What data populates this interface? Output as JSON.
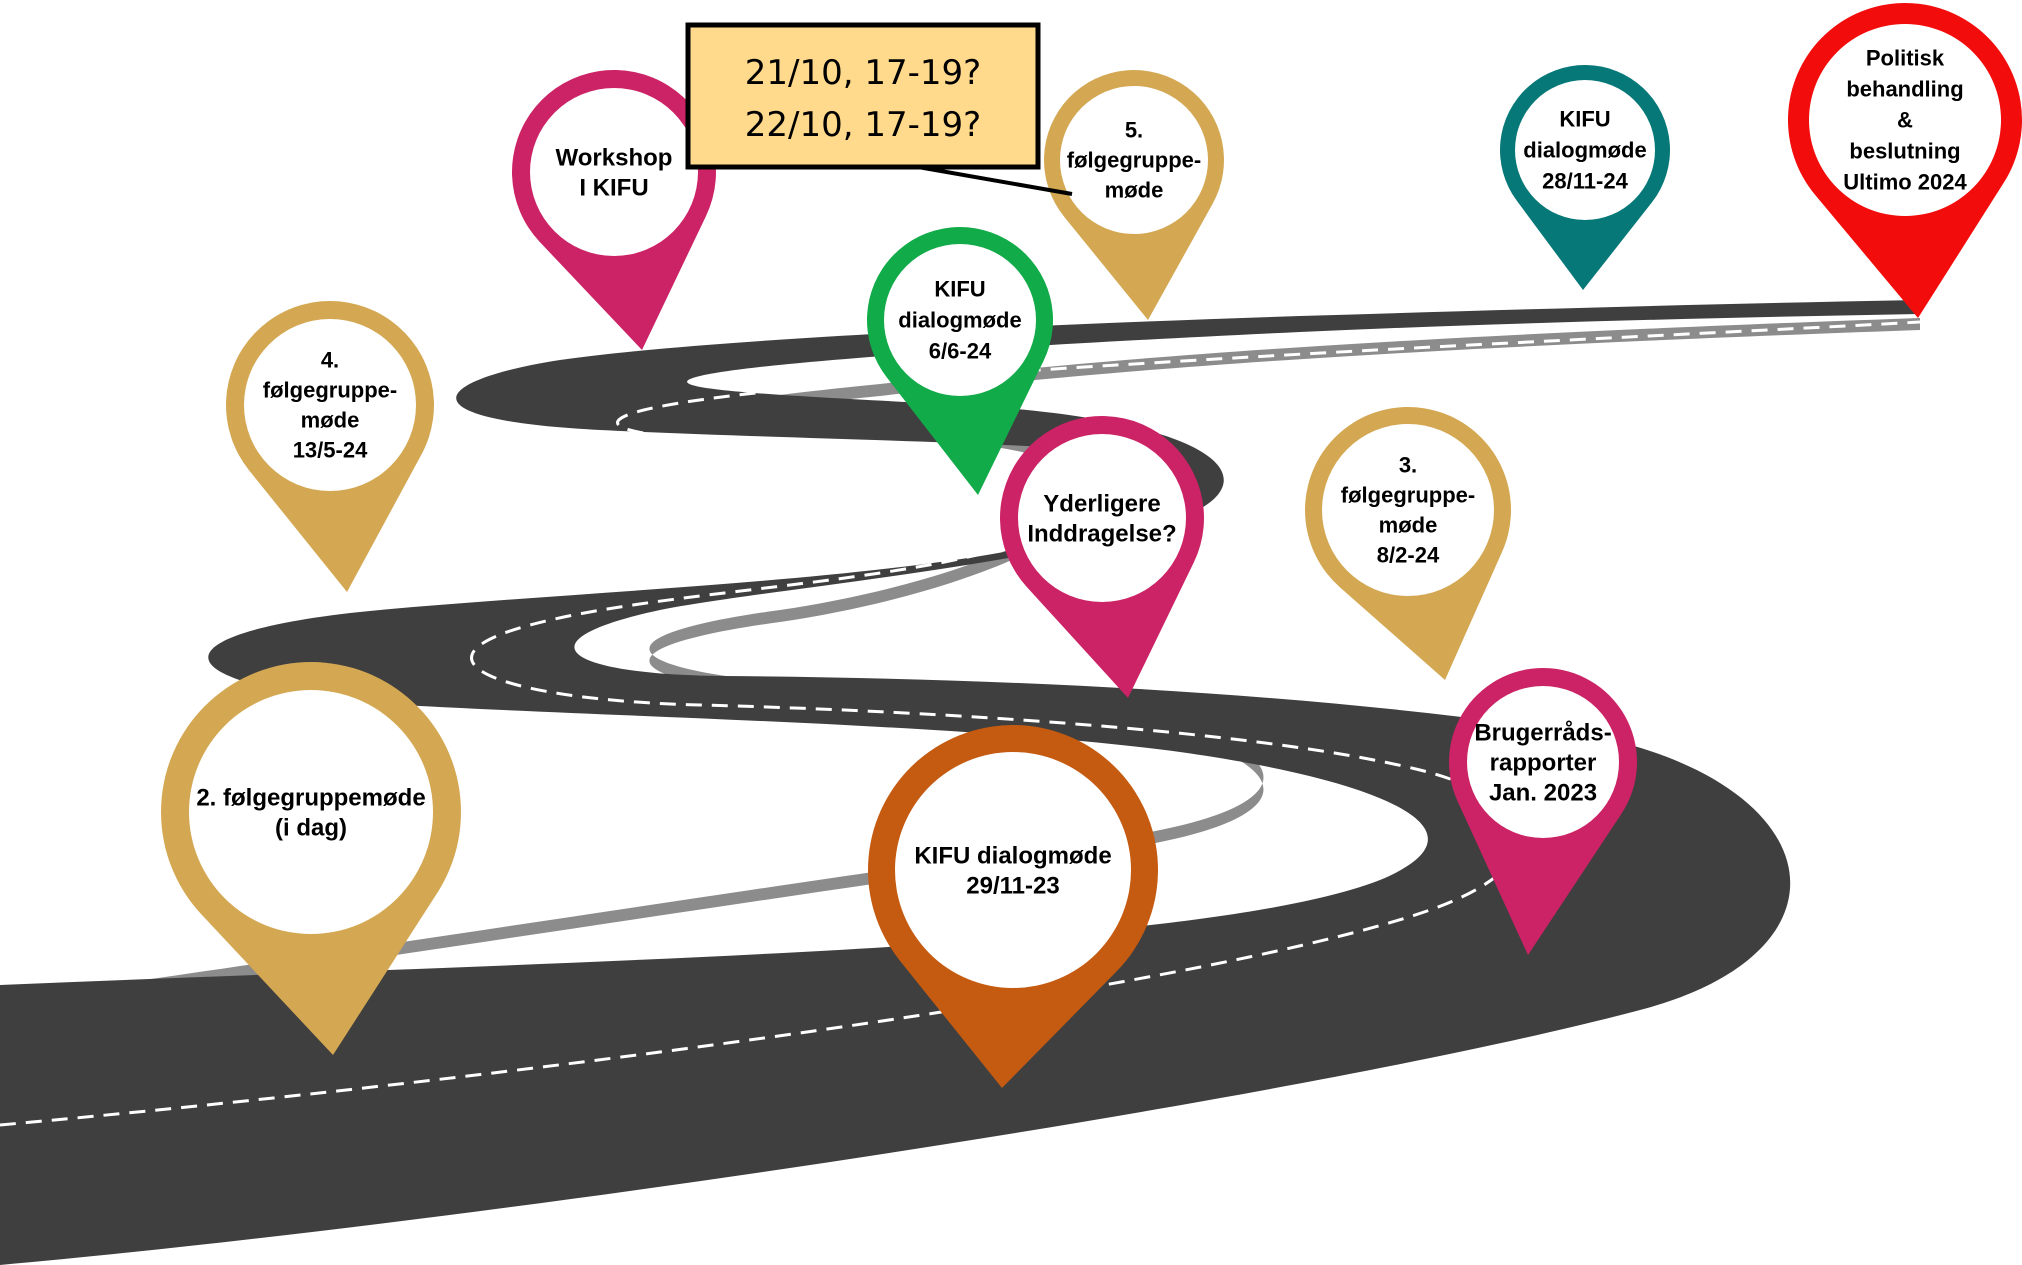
{
  "colors": {
    "road": "#3f3f3f",
    "road_shadow": "#8c8c8c",
    "dash": "#ffffff",
    "callout_fill": "#ffd98c",
    "callout_border": "#000000",
    "pin_gold": "#d4a853",
    "pin_magenta": "#cb2366",
    "pin_green": "#12ab4a",
    "pin_orange": "#c55a11",
    "pin_teal": "#077878",
    "pin_red": "#f20c0c"
  },
  "milestones": [
    {
      "id": "brugerraads",
      "color": "pin_magenta",
      "lines": [
        "Brugerråds-",
        "rapporter",
        "Jan. 2023"
      ]
    },
    {
      "id": "kifu-29-11-23",
      "color": "pin_orange",
      "lines": [
        "KIFU dialogmøde",
        "29/11-23"
      ]
    },
    {
      "id": "folge-2",
      "color": "pin_gold",
      "lines": [
        "2. følgegruppemøde",
        "(i dag)"
      ]
    },
    {
      "id": "folge-3",
      "color": "pin_gold",
      "lines": [
        "3.",
        "følgegruppe-",
        "møde",
        "8/2-24"
      ]
    },
    {
      "id": "yderligere",
      "color": "pin_magenta",
      "lines": [
        "Yderligere",
        "Inddragelse?"
      ]
    },
    {
      "id": "folge-4",
      "color": "pin_gold",
      "lines": [
        "4.",
        "følgegruppe-",
        "møde",
        "13/5-24"
      ]
    },
    {
      "id": "kifu-6-6-24",
      "color": "pin_green",
      "lines": [
        "KIFU",
        "dialogmøde",
        "6/6-24"
      ]
    },
    {
      "id": "workshop",
      "color": "pin_magenta",
      "lines": [
        "Workshop",
        "I KIFU"
      ]
    },
    {
      "id": "folge-5",
      "color": "pin_gold",
      "lines": [
        "5.",
        "følgegruppe-",
        "møde"
      ]
    },
    {
      "id": "kifu-28-11-24",
      "color": "pin_teal",
      "lines": [
        "KIFU",
        "dialogmøde",
        "28/11-24"
      ]
    },
    {
      "id": "politisk",
      "color": "pin_red",
      "lines": [
        "Politisk",
        "behandling",
        "&",
        "beslutning",
        "Ultimo 2024"
      ]
    }
  ],
  "callout": {
    "lines": [
      "21/10, 17-19?",
      "22/10, 17-19?"
    ]
  }
}
